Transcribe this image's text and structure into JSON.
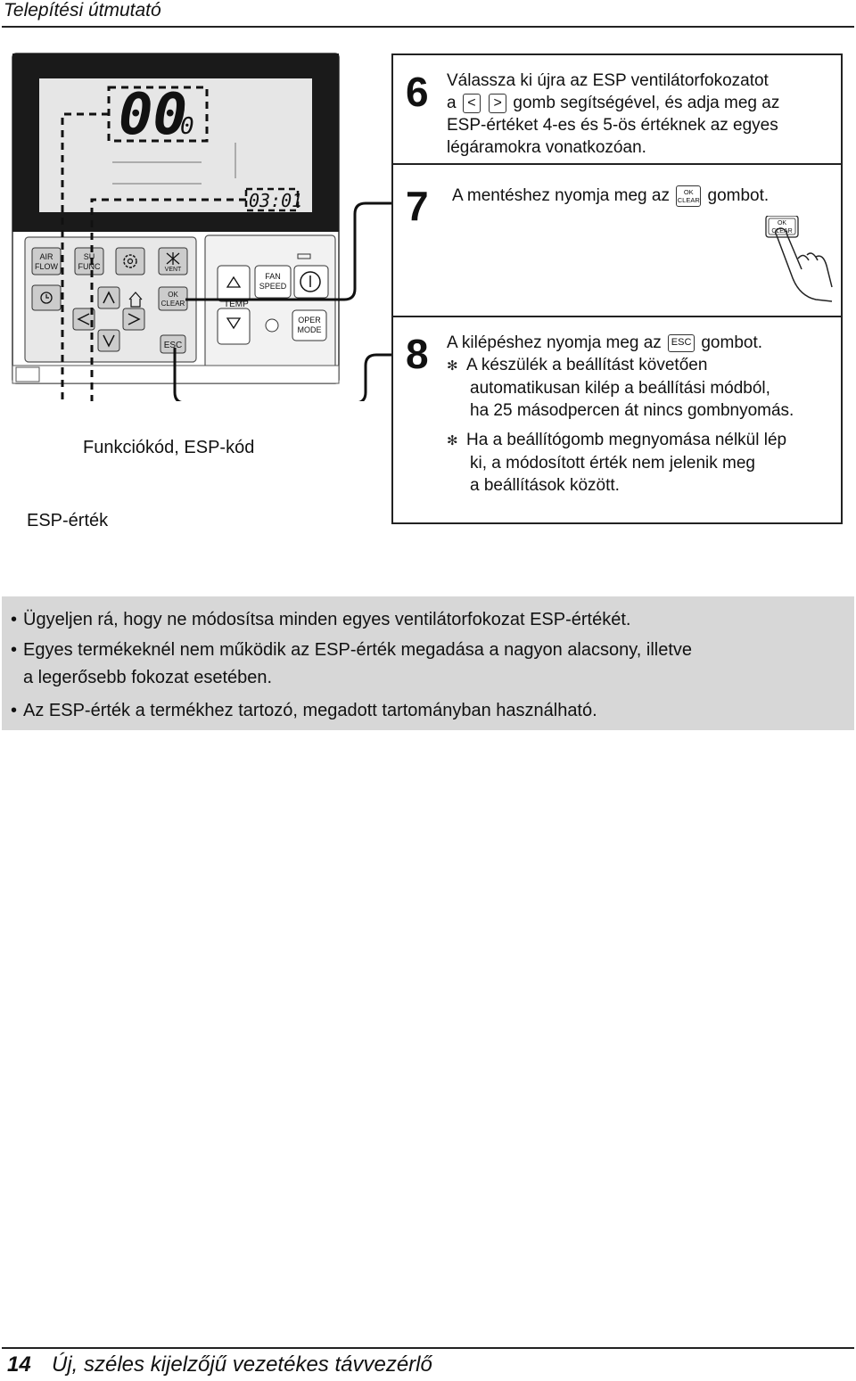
{
  "header": {
    "title": "Telepítési útmutató"
  },
  "remote": {
    "display_main": "00",
    "display_small": "0",
    "display_code": "03:01",
    "buttons": {
      "air_flow": [
        "AIR",
        "FLOW"
      ],
      "sub_func": [
        "SU",
        "FUNC"
      ],
      "vent": "VENT",
      "ok": "OK",
      "clear": "CLEAR",
      "esc": "ESC",
      "fan_speed": [
        "FAN",
        "SPEED"
      ],
      "temp": "TEMP",
      "oper_mode": [
        "OPER",
        "MODE"
      ]
    }
  },
  "labels": {
    "func_code": "Funkciókód, ESP-kód",
    "esp_value": "ESP-érték"
  },
  "steps": {
    "step6": {
      "num": "6",
      "line1": "Válassza ki újra az ESP ventilátorfokozatot",
      "line2_a": "a",
      "btn_left": "<",
      "btn_right": ">",
      "line2_b": "gomb segítségével, és adja meg az",
      "line3": "ESP-értéket 4-es és 5-ös értéknek az egyes",
      "line4": "légáramokra vonatkozóan."
    },
    "step7": {
      "num": "7",
      "text_a": "A mentéshez nyomja meg az",
      "text_b": "gombot.",
      "btn_ok": "OK",
      "btn_clear": "CLEAR"
    },
    "step8": {
      "num": "8",
      "text_a": "A kilépéshez nyomja meg az",
      "btn_esc": "ESC",
      "text_b": "gombot.",
      "note_mark": "✻",
      "note1": [
        "A készülék a beállítást követően",
        "automatikusan kilép a beállítási módból,",
        "ha 25 másodpercen át nincs gombnyomás."
      ],
      "note2": [
        "Ha a beállítógomb megnyomása nélkül lép",
        "ki, a módosított érték nem jelenik meg",
        "a beállítások között."
      ]
    }
  },
  "bullets": {
    "marker": "•",
    "item1": "Ügyeljen rá, hogy ne módosítsa minden egyes ventilátorfokozat ESP-értékét.",
    "item2_line1": "Egyes termékeknél nem működik az ESP-érték megadása a nagyon alacsony, illetve",
    "item2_line2": "a legerősebb fokozat esetében.",
    "item3": "Az ESP-érték a termékhez tartozó, megadott tartományban használható."
  },
  "footer": {
    "page": "14",
    "title": "Új, széles kijelzőjű vezetékes távvezérlő"
  }
}
